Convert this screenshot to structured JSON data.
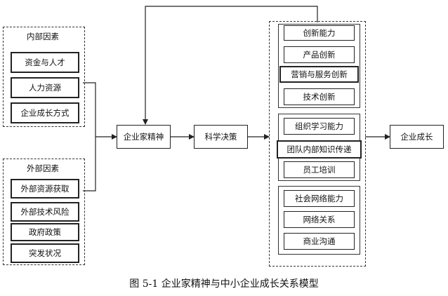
{
  "internal": {
    "title": "内部因素",
    "items": [
      "资金与人才",
      "人力资源",
      "企业成长方式"
    ]
  },
  "external": {
    "title": "外部因素",
    "items": [
      "外部资源获取",
      "外部技术风险",
      "政府政策",
      "突发状况"
    ]
  },
  "flow": {
    "entrepreneurship": "企业家精神",
    "decision": "科学决策",
    "growth": "企业成长"
  },
  "capabilities": {
    "innovation": [
      "创新能力",
      "产品创新",
      "营销与服务创新",
      "技术创新"
    ],
    "learning": [
      "组织学习能力",
      "团队内部知识传递",
      "员工培训"
    ],
    "network": [
      "社会网络能力",
      "网络关系",
      "商业沟通"
    ]
  },
  "caption": "图 5-1  企业家精神与中小企业成长关系模型"
}
